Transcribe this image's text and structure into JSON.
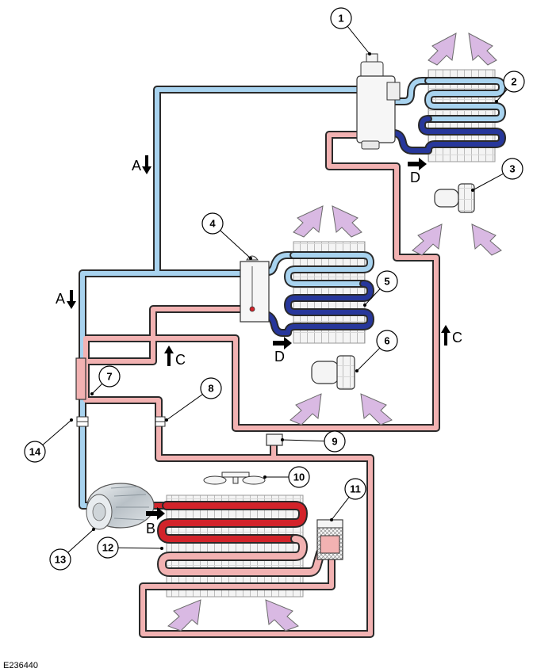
{
  "diagram": {
    "reference": "E236440",
    "colors": {
      "low_pressure_liquid": "#a8d3ef",
      "low_pressure_vapor": "#27379b",
      "high_pressure_liquid": "#f2b2b2",
      "high_pressure_vapor": "#d2232a",
      "airflow": "#d9b9e3",
      "outline": "#3a3a3a"
    },
    "callouts": [
      "1",
      "2",
      "3",
      "4",
      "5",
      "6",
      "7",
      "8",
      "9",
      "10",
      "11",
      "12",
      "13",
      "14"
    ],
    "flow_labels": {
      "a_top": "A",
      "a_left": "A",
      "b": "B",
      "c_mid": "C",
      "c_right": "C",
      "d_top": "D",
      "d_mid": "D"
    }
  }
}
